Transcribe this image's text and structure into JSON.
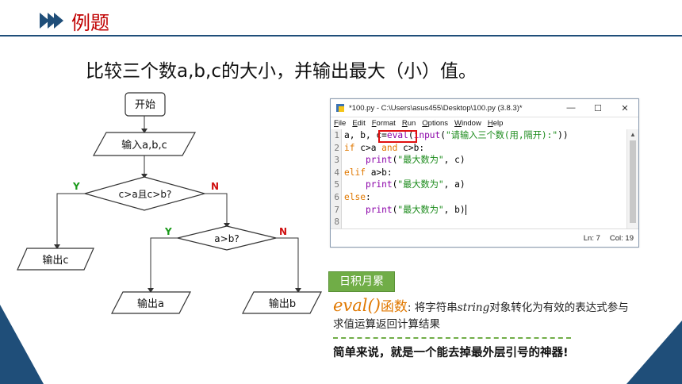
{
  "header": {
    "title": "例题"
  },
  "question": "比较三个数a,b,c的大小，并输出最大（小）值。",
  "flowchart": {
    "start": "开始",
    "input": "输入a,b,c",
    "decision1": "c>a且c>b?",
    "decision1_yes": "Y",
    "decision1_no": "N",
    "decision2": "a>b?",
    "decision2_yes": "Y",
    "decision2_no": "N",
    "output_c": "输出c",
    "output_a": "输出a",
    "output_b": "输出b"
  },
  "idle": {
    "title": "*100.py - C:\\Users\\asus455\\Desktop\\100.py (3.8.3)*",
    "window_controls": {
      "minimize": "—",
      "maximize": "☐",
      "close": "✕"
    },
    "menu": [
      "File",
      "Edit",
      "Format",
      "Run",
      "Options",
      "Window",
      "Help"
    ],
    "line_numbers": [
      "1",
      "2",
      "3",
      "4",
      "5",
      "6",
      "7",
      "8"
    ],
    "code": {
      "l1a": "a, b, c=",
      "l1b": "eval",
      "l1c": "(",
      "l1d": "input",
      "l1e": "(",
      "l1f": "\"请输入三个数(用,隔开):\"",
      "l1g": "))",
      "l2a": "if",
      "l2b": " c>a ",
      "l2c": "and",
      "l2d": " c>b:",
      "l3a": "    ",
      "l3b": "print",
      "l3c": "(",
      "l3d": "\"最大数为\"",
      "l3e": ", c)",
      "l4a": "elif",
      "l4b": " a>b:",
      "l5a": "    ",
      "l5b": "print",
      "l5c": "(",
      "l5d": "\"最大数为\"",
      "l5e": ", a)",
      "l6a": "else",
      "l6b": ":",
      "l7a": "    ",
      "l7b": "print",
      "l7c": "(",
      "l7d": "\"最大数为\"",
      "l7e": ", b)"
    },
    "status_line": "Ln: 7",
    "status_col": "Col: 19"
  },
  "note": {
    "badge": "日积月累",
    "eval_word": "eval()",
    "eval_hanshu": "函数",
    "eval_colon": ":",
    "desc_a": " 将字符串",
    "desc_string": "string",
    "desc_b": "对象转化为有效的表达式参与求值运算返回计算结果",
    "summary": "简单来说，就是一个能去掉最外层引号的神器!"
  },
  "colors": {
    "accent": "#1f4e79",
    "title_red": "#c00000",
    "green": "#70ad47",
    "orange": "#e07800"
  }
}
